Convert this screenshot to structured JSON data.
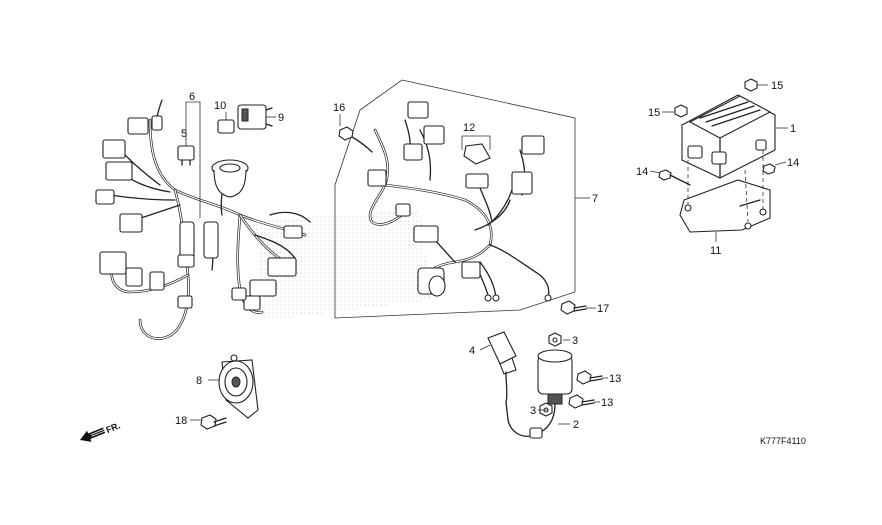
{
  "diagram_code": "K777F4110",
  "front_marker": "FR.",
  "callouts": [
    {
      "id": "c1",
      "text": "1"
    },
    {
      "id": "c2",
      "text": "2"
    },
    {
      "id": "c3a",
      "text": "3"
    },
    {
      "id": "c3b",
      "text": "3"
    },
    {
      "id": "c4",
      "text": "4"
    },
    {
      "id": "c5",
      "text": "5"
    },
    {
      "id": "c6",
      "text": "6"
    },
    {
      "id": "c7",
      "text": "7"
    },
    {
      "id": "c8",
      "text": "8"
    },
    {
      "id": "c9",
      "text": "9"
    },
    {
      "id": "c10",
      "text": "10"
    },
    {
      "id": "c11",
      "text": "11"
    },
    {
      "id": "c12",
      "text": "12"
    },
    {
      "id": "c13a",
      "text": "13"
    },
    {
      "id": "c13b",
      "text": "13"
    },
    {
      "id": "c14a",
      "text": "14"
    },
    {
      "id": "c14b",
      "text": "14"
    },
    {
      "id": "c15a",
      "text": "15"
    },
    {
      "id": "c15b",
      "text": "15"
    },
    {
      "id": "c16",
      "text": "16"
    },
    {
      "id": "c17",
      "text": "17"
    },
    {
      "id": "c18",
      "text": "18"
    }
  ]
}
